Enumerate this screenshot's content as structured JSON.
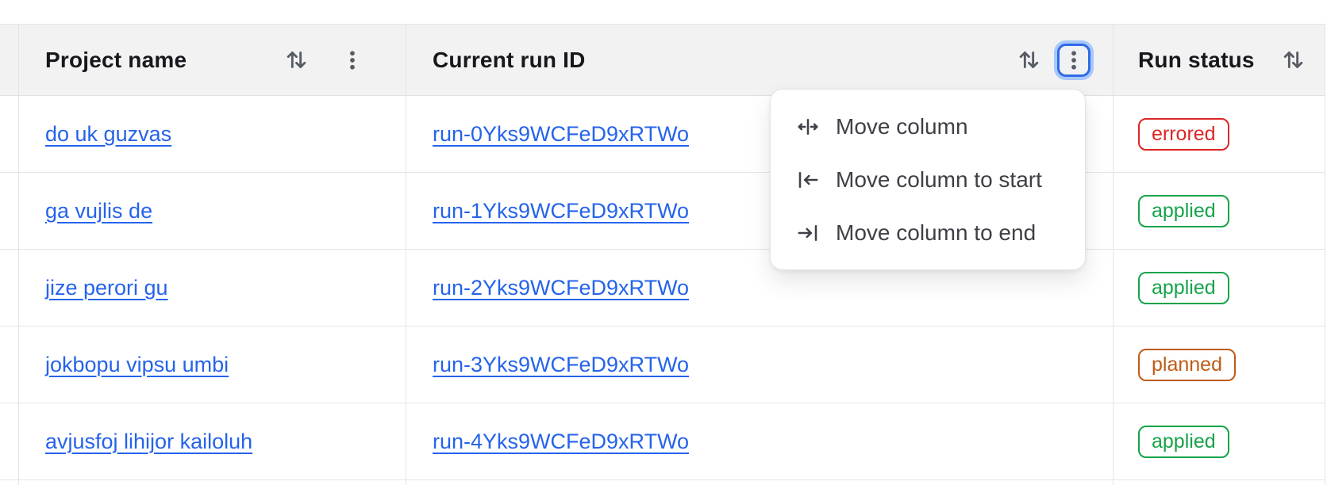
{
  "table": {
    "columns": [
      {
        "label": "Project name"
      },
      {
        "label": "Current run ID"
      },
      {
        "label": "Run status"
      }
    ],
    "rows": [
      {
        "project": "do uk guzvas",
        "run_id": "run-0Yks9WCFeD9xRTWo",
        "status": "errored"
      },
      {
        "project": "ga vujlis de",
        "run_id": "run-1Yks9WCFeD9xRTWo",
        "status": "applied"
      },
      {
        "project": "jize perori gu",
        "run_id": "run-2Yks9WCFeD9xRTWo",
        "status": "applied"
      },
      {
        "project": "jokbopu vipsu umbi",
        "run_id": "run-3Yks9WCFeD9xRTWo",
        "status": "planned"
      },
      {
        "project": "avjusfoj lihijor kailoluh",
        "run_id": "run-4Yks9WCFeD9xRTWo",
        "status": "applied"
      }
    ]
  },
  "menu": {
    "items": [
      {
        "label": "Move column",
        "icon": "move-column-icon"
      },
      {
        "label": "Move column to start",
        "icon": "move-column-to-start-icon"
      },
      {
        "label": "Move column to end",
        "icon": "move-column-to-end-icon"
      }
    ]
  },
  "icons": {
    "sort": "sort-icon",
    "column_menu": "kebab-menu-icon"
  },
  "colors": {
    "header_bg": "#f2f2f3",
    "border": "#e4e4e7",
    "link": "#2563eb",
    "header_text": "#17181c",
    "menu_text": "#3f4046",
    "status_errored": "#dc2626",
    "status_applied": "#16a34a",
    "status_planned": "#bf5b16",
    "focus_border": "#2e6be6",
    "focus_halo": "#a8c7fb"
  }
}
